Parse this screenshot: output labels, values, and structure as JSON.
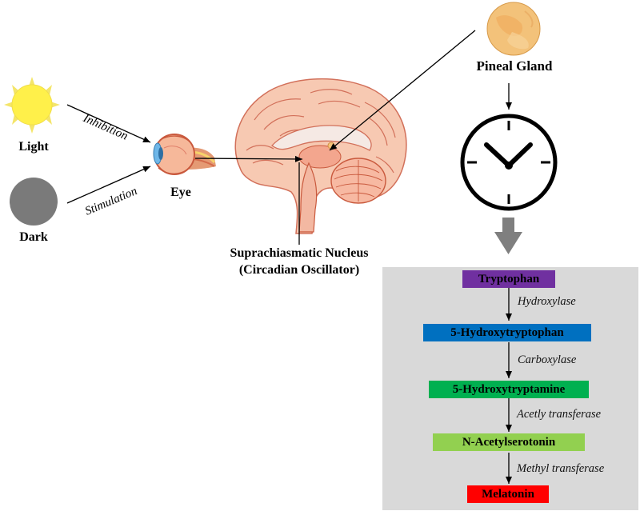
{
  "labels": {
    "light": "Light",
    "dark": "Dark",
    "eye": "Eye",
    "inhibition": "Inhibition",
    "stimulation": "Stimulation",
    "pineal_gland": "Pineal Gland",
    "scn_line1": "Suprachiasmatic Nucleus",
    "scn_line2": "(Circadian Oscillator)"
  },
  "pathway": {
    "steps": [
      {
        "label": "Tryptophan",
        "color": "#7030a0"
      },
      {
        "label": "5-Hydroxytryptophan",
        "color": "#0070c0"
      },
      {
        "label": "5-Hydroxytryptamine",
        "color": "#00b050"
      },
      {
        "label": "N-Acetylserotonin",
        "color": "#92d050"
      },
      {
        "label": "Melatonin",
        "color": "#ff0000"
      }
    ],
    "enzymes": [
      "Hydroxylase",
      "Carboxylase",
      "Acetly transferase",
      "Methyl transferase"
    ]
  },
  "colors": {
    "sun": "#fff04a",
    "sun_rays": "#f4e56a",
    "dark_circle": "#7a7a7a",
    "pineal": "#f3c27a",
    "panel": "#d9d9d9",
    "down_arrow": "#7f7f7f"
  },
  "icons": [
    "sun-icon",
    "dark-circle-icon",
    "eye-icon",
    "brain-icon",
    "pineal-gland-icon",
    "clock-icon"
  ]
}
